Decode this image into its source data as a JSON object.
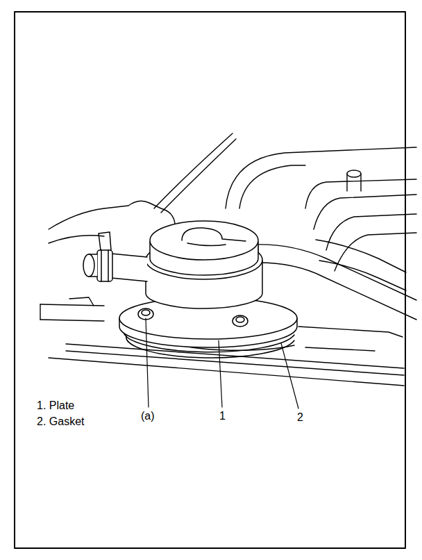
{
  "diagram": {
    "labels": [
      "1. Plate",
      "2. Gasket",
      "(a)",
      "1",
      "2"
    ]
  }
}
